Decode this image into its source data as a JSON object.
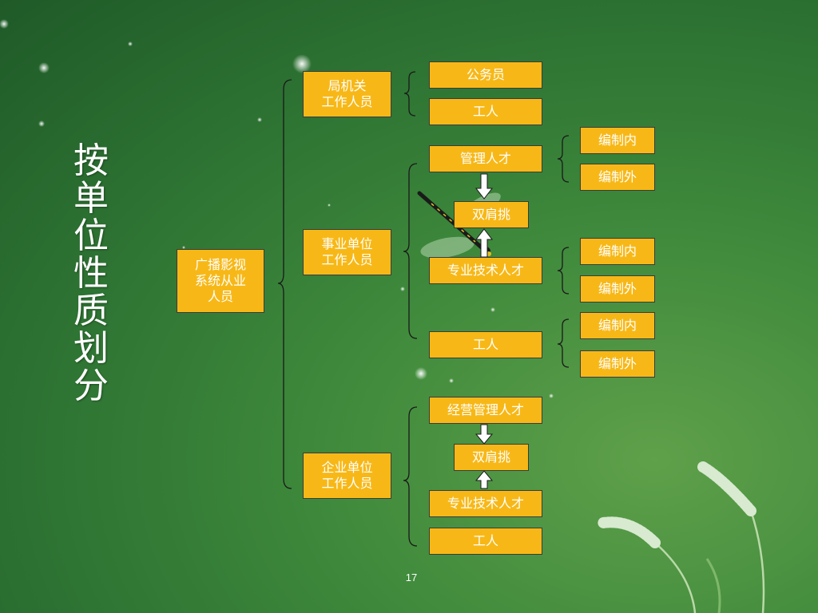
{
  "title_chars": [
    "按",
    "单",
    "位",
    "性",
    "质",
    "划",
    "分"
  ],
  "root": "广播影视\n系统从业\n人员",
  "groups": {
    "bureau": {
      "label": "局机关\n工作人员",
      "children": [
        "公务员",
        "工人"
      ]
    },
    "institution": {
      "label": "事业单位\n工作人员",
      "mgmt": "管理人才",
      "dual": "双肩挑",
      "tech": "专业技术人才",
      "worker": "工人",
      "mgmt_sub": [
        "编制内",
        "编制外"
      ],
      "tech_sub": [
        "编制内",
        "编制外"
      ],
      "worker_sub": [
        "编制内",
        "编制外"
      ]
    },
    "enterprise": {
      "label": "企业单位\n工作人员",
      "mgmt": "经营管理人才",
      "dual": "双肩挑",
      "tech": "专业技术人才",
      "worker": "工人"
    }
  },
  "page_number": "17",
  "colors": {
    "box_fill": "#f7b817",
    "box_border": "#3b3b3b",
    "text": "#ffffff",
    "background": "#3f8a3c"
  }
}
